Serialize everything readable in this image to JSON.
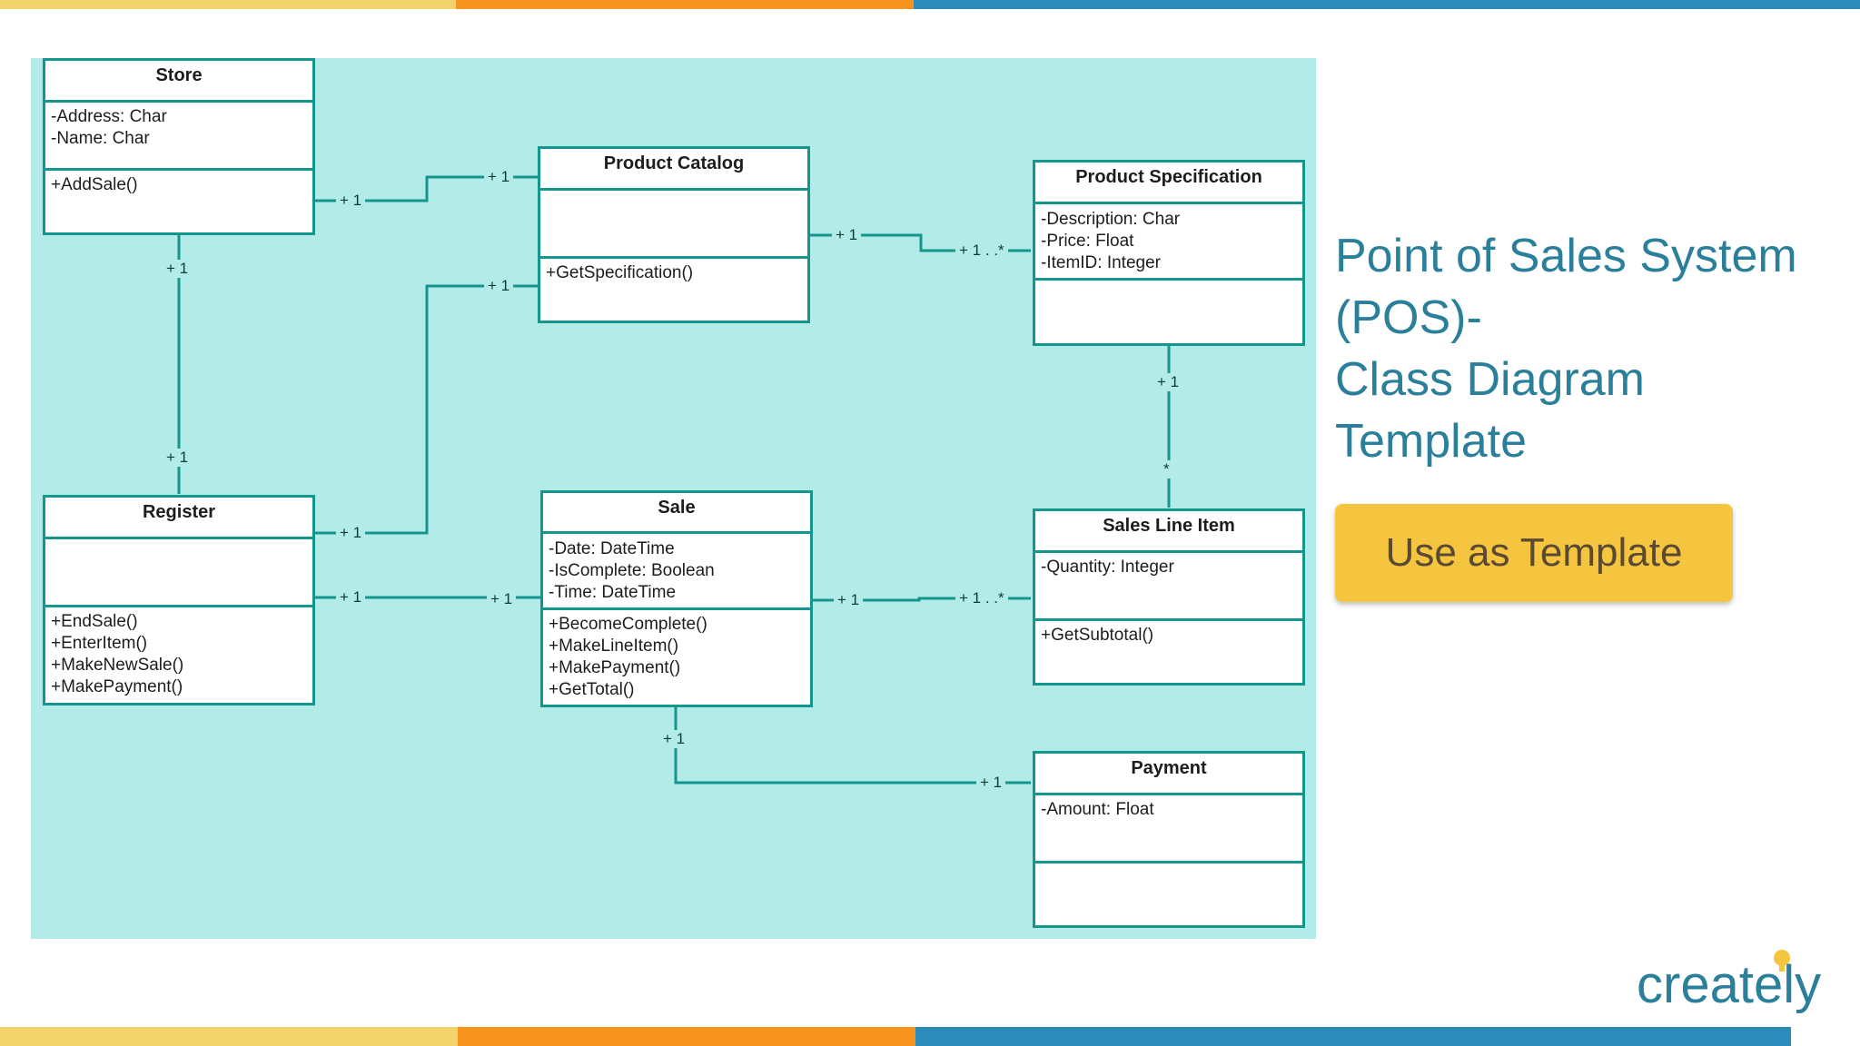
{
  "colors": {
    "stripe_yellow": "#f3d36b",
    "stripe_orange": "#f7941e",
    "stripe_blue": "#2b8cba",
    "canvas_bg": "#b2ebe8",
    "class_border": "#14968c",
    "title_color": "#2a7f9a",
    "button_bg": "#f5c53f"
  },
  "title": {
    "lines": [
      "Point of Sales System",
      "(POS)-",
      "Class Diagram",
      "Template"
    ]
  },
  "button": {
    "label": "Use as Template"
  },
  "brand": {
    "text_pre": "creat",
    "text_post": "ly",
    "icon": "lightbulb-icon"
  },
  "classes": {
    "store": {
      "name": "Store",
      "attrs": [
        "-Address: Char",
        "-Name: Char"
      ],
      "ops": [
        "+AddSale()"
      ]
    },
    "product_catalog": {
      "name": "Product Catalog",
      "attrs": [],
      "ops": [
        "+GetSpecification()"
      ]
    },
    "product_specification": {
      "name": "Product Specification",
      "attrs": [
        "-Description: Char",
        "-Price: Float",
        "-ItemID: Integer"
      ],
      "ops": []
    },
    "register": {
      "name": "Register",
      "attrs": [],
      "ops": [
        "+EndSale()",
        "+EnterItem()",
        "+MakeNewSale()",
        "+MakePayment()"
      ]
    },
    "sale": {
      "name": "Sale",
      "attrs": [
        "-Date: DateTime",
        "-IsComplete: Boolean",
        "-Time: DateTime"
      ],
      "ops": [
        "+BecomeComplete()",
        "+MakeLineItem()",
        "+MakePayment()",
        "+GetTotal()"
      ]
    },
    "sales_line_item": {
      "name": "Sales Line Item",
      "attrs": [
        "-Quantity: Integer"
      ],
      "ops": [
        "+GetSubtotal()"
      ]
    },
    "payment": {
      "name": "Payment",
      "attrs": [
        "-Amount: Float"
      ],
      "ops": []
    }
  },
  "multiplicities": {
    "store_catalog_a": "+ 1",
    "store_catalog_b": "+ 1",
    "store_register_a": "+ 1",
    "store_register_b": "+ 1",
    "register_catalog_a": "+ 1",
    "register_catalog_b": "+ 1",
    "register_sale_a": "+ 1",
    "register_sale_b": "+ 1",
    "catalog_spec_a": "+ 1",
    "catalog_spec_b": "+ 1 . .*",
    "spec_lineitem_a": "+ 1",
    "spec_lineitem_b": "*",
    "sale_lineitem_a": "+ 1",
    "sale_lineitem_b": "+ 1 . .*",
    "sale_payment_a": "+ 1",
    "sale_payment_b": "+ 1"
  }
}
